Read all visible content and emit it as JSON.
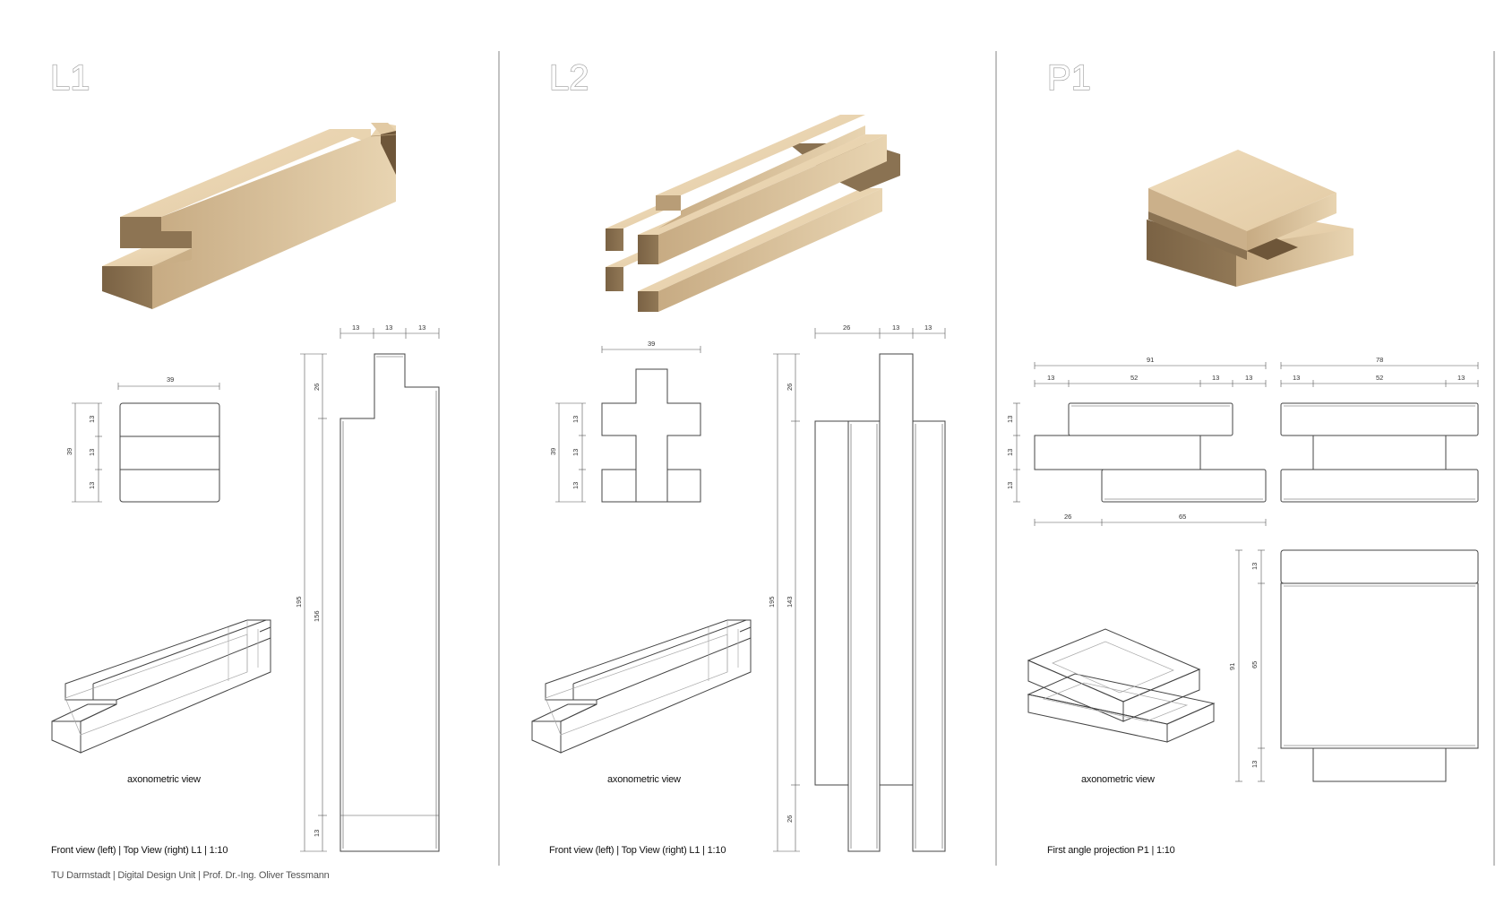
{
  "panels": [
    {
      "title": "L1",
      "axo_label": "axonometric view",
      "caption": "Front view (left) | Top View (right)  L1 | 1:10"
    },
    {
      "title": "L2",
      "axo_label": "axonometric view",
      "caption": "Front view (left) | Top View (right)  L1 | 1:10"
    },
    {
      "title": "P1",
      "axo_label": "axonometric view",
      "caption": "First angle projection P1 | 1:10"
    }
  ],
  "footer": "TU Darmstadt  | Digital Design Unit | Prof. Dr.-Ing. Oliver Tessmann",
  "dims": {
    "l1_front_width": "39",
    "l1_front_h": [
      "13",
      "13",
      "13"
    ],
    "l1_front_total": "39",
    "l1_top_w": [
      "13",
      "13",
      "13"
    ],
    "l1_top_h": [
      "26",
      "156",
      "13"
    ],
    "l1_top_total": "195",
    "l2_front_width": "39",
    "l2_front_h": [
      "13",
      "13",
      "13"
    ],
    "l2_front_total": "39",
    "l2_top_w": [
      "26",
      "13",
      "13"
    ],
    "l2_top_h": [
      "26",
      "143",
      "26"
    ],
    "l2_top_total": "195",
    "p1_left_total": "91",
    "p1_left_w": [
      "13",
      "52",
      "13",
      "13"
    ],
    "p1_right_total": "78",
    "p1_right_w": [
      "13",
      "52",
      "13"
    ],
    "p1_left_h": [
      "13",
      "13",
      "13"
    ],
    "p1_bottom_w": [
      "26",
      "65"
    ],
    "p1_plan_total": "91",
    "p1_plan_h": [
      "13",
      "65",
      "13"
    ]
  },
  "colors": {
    "wood_top": "#ecd8b6",
    "wood_front": "#d9c09a",
    "wood_side": "#8a7252",
    "wood_dark": "#7a6244",
    "separator": "#9a9a9a"
  }
}
